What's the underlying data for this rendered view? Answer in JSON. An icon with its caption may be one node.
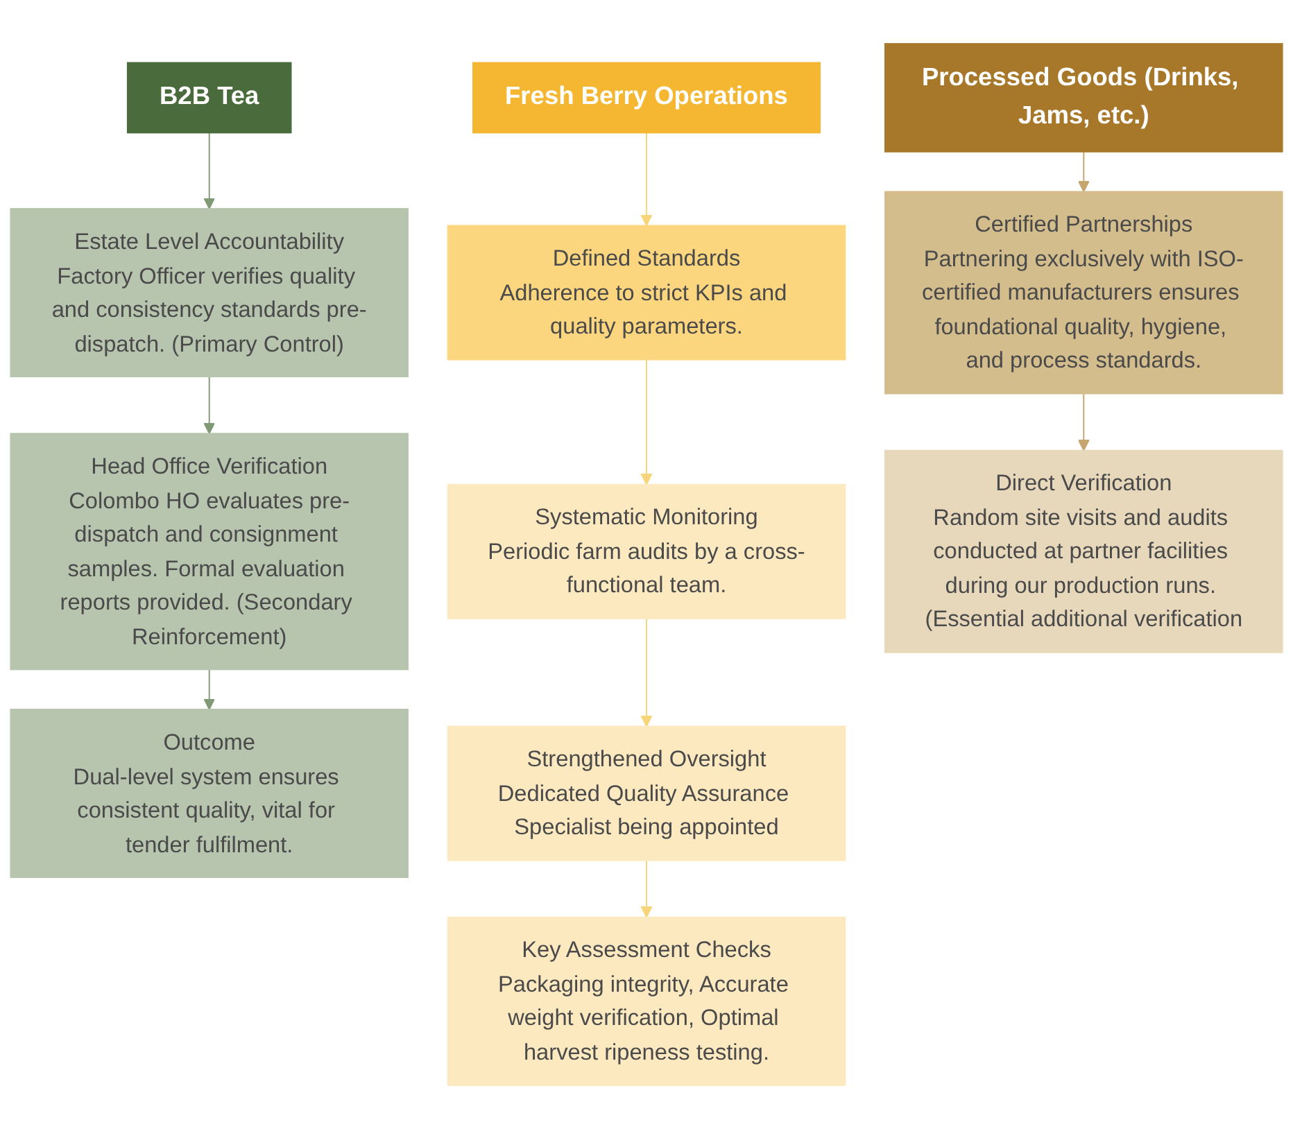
{
  "diagram": {
    "nodes": [
      {
        "text": [
          "B2B Tea"
        ]
      },
      {
        "text": [
          "Estate Level Accountability",
          "Factory Officer verifies quality and consistency standards pre-dispatch. (Primary Control)"
        ]
      },
      {
        "text": [
          "Head Office Verification",
          "Colombo HO evaluates pre-dispatch and consignment samples. Formal evaluation reports provided. (Secondary Reinforcement)"
        ]
      },
      {
        "text": [
          "Outcome",
          "Dual-level system ensures consistent quality, vital for tender fulfilment."
        ]
      },
      {
        "text": [
          "Fresh Berry Operations"
        ]
      },
      {
        "text": [
          "Defined Standards",
          "Adherence to strict KPIs and quality parameters."
        ]
      },
      {
        "text": [
          "Systematic Monitoring",
          "Periodic farm audits by a cross-functional team."
        ]
      },
      {
        "text": [
          "Strengthened Oversight",
          "Dedicated Quality Assurance Specialist being appointed"
        ]
      },
      {
        "text": [
          "Key Assessment Checks",
          "Packaging integrity, Accurate weight verification, Optimal harvest ripeness testing."
        ]
      },
      {
        "text": [
          "Processed Goods (Drinks, Jams, etc.)"
        ]
      },
      {
        "text": [
          "Certified Partnerships",
          "Partnering exclusively with ISO-certified manufacturers ensures foundational quality, hygiene, and process standards."
        ]
      },
      {
        "text": [
          "Direct Verification",
          "Random site visits and audits conducted at partner facilities during our production runs. (Essential additional verification"
        ]
      }
    ],
    "edges": [
      {
        "from": 0,
        "to": 1,
        "arrow": "to",
        "color": "#7f9a74"
      },
      {
        "from": 1,
        "to": 2,
        "arrow": "to",
        "color": "#7f9a74"
      },
      {
        "from": 2,
        "to": 3,
        "arrow": "to",
        "color": "#7f9a74"
      },
      {
        "from": 4,
        "to": 5,
        "arrow": "to",
        "color": "#f7d57a"
      },
      {
        "from": 5,
        "to": 6,
        "arrow": "to",
        "color": "#f7d57a"
      },
      {
        "from": 6,
        "to": 7,
        "arrow": "to",
        "color": "#f7d57a"
      },
      {
        "from": 7,
        "to": 8,
        "arrow": "to",
        "color": "#f7d57a"
      },
      {
        "from": 9,
        "to": 10,
        "arrow": "to",
        "color": "#c6a56e"
      },
      {
        "from": 10,
        "to": 11,
        "arrow": "to",
        "color": "#c6a56e"
      }
    ]
  }
}
